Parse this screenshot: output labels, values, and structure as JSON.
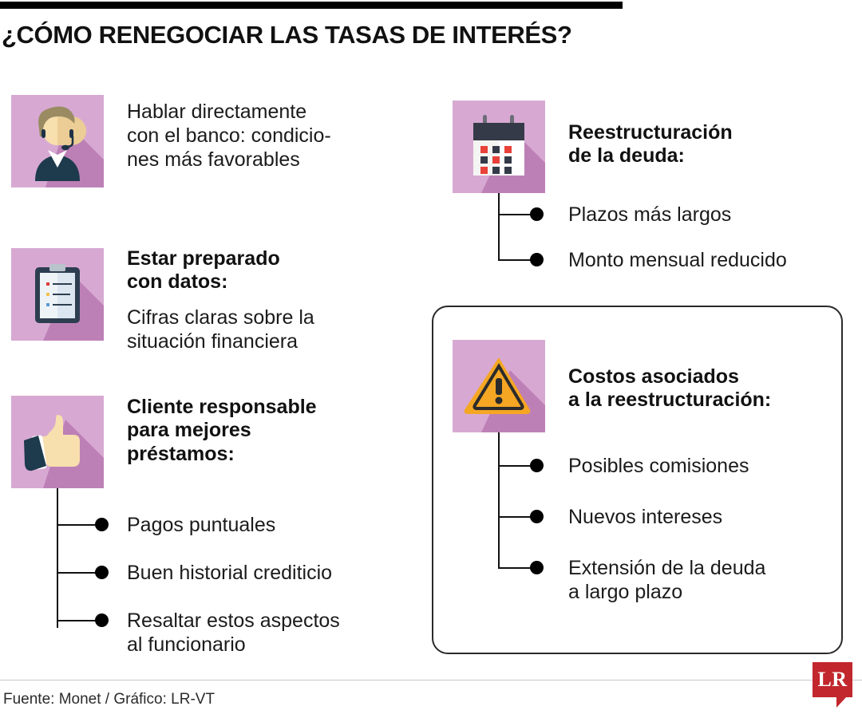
{
  "header": {
    "title": "¿CÓMO RENEGOCIAR LAS TASAS DE INTERÉS?"
  },
  "left_column": {
    "items": [
      {
        "icon": "headset-agent-icon",
        "heading": "",
        "body": "Hablar directamente\ncon el banco: condicio-\nnes más favorables",
        "bullets": []
      },
      {
        "icon": "clipboard-icon",
        "heading": "Estar preparado\ncon datos:",
        "body": "Cifras claras sobre la\nsituación financiera",
        "bullets": []
      },
      {
        "icon": "thumbs-up-icon",
        "heading": "Cliente responsable\npara mejores\npréstamos:",
        "body": "",
        "bullets": [
          "Pagos puntuales",
          "Buen historial crediticio",
          "Resaltar estos aspectos\nal funcionario"
        ]
      }
    ]
  },
  "right_column": {
    "items": [
      {
        "icon": "calendar-icon",
        "heading": "Reestructuración\nde la deuda:",
        "bullets": [
          "Plazos más largos",
          "Monto mensual reducido"
        ]
      },
      {
        "icon": "warning-triangle-icon",
        "heading": "Costos asociados\na la reestructuración:",
        "bullets": [
          "Posibles comisiones",
          "Nuevos intereses",
          "Extensión de la deuda\na largo plazo"
        ]
      }
    ]
  },
  "footer": {
    "source": "Fuente: Monet  / Gráfico: LR-VT",
    "logo_text": "LR"
  },
  "colors": {
    "tile_background": "#d7a9d2",
    "tile_shadow": "#bd80b6",
    "logo_red": "#c1272d",
    "warning_orange": "#f5a623",
    "icon_navy": "#2d3e50",
    "rule_black": "#000000"
  }
}
